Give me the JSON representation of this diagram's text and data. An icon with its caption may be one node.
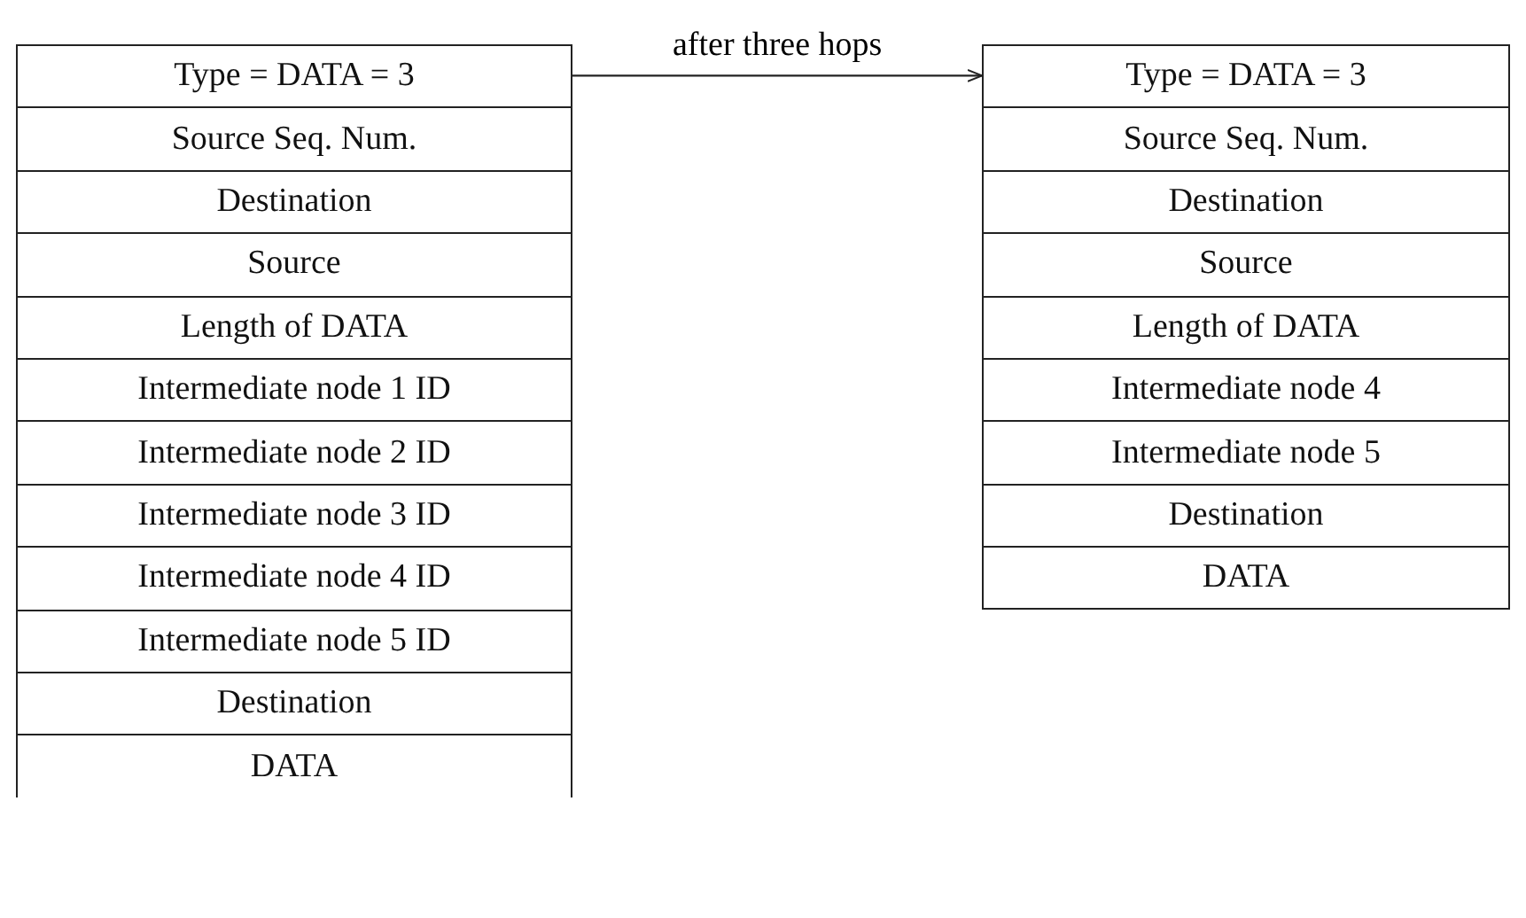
{
  "diagram": {
    "nodes": [
      {
        "text": [
          "Type = DATA = 3"
        ]
      },
      {
        "text": [
          "Source Seq. Num."
        ]
      },
      {
        "text": [
          "Destination"
        ]
      },
      {
        "text": [
          "Source"
        ]
      },
      {
        "text": [
          "Length of DATA"
        ]
      },
      {
        "text": [
          "Intermediate node 1 ID"
        ]
      },
      {
        "text": [
          "Intermediate node 2 ID"
        ]
      },
      {
        "text": [
          "Intermediate node 3 ID"
        ]
      },
      {
        "text": [
          "Intermediate node 4 ID"
        ]
      },
      {
        "text": [
          "Intermediate node 5 ID"
        ]
      },
      {
        "text": [
          "Destination"
        ]
      },
      {
        "text": [
          "DATA"
        ]
      },
      {
        "text": [
          "Type = DATA = 3"
        ]
      },
      {
        "text": [
          "Source Seq. Num."
        ]
      },
      {
        "text": [
          "Destination"
        ]
      },
      {
        "text": [
          "Source"
        ]
      },
      {
        "text": [
          "Length of DATA"
        ]
      },
      {
        "text": [
          "Intermediate node 4"
        ]
      },
      {
        "text": [
          "Intermediate node 5"
        ]
      },
      {
        "text": [
          "Destination"
        ]
      },
      {
        "text": [
          "DATA"
        ]
      }
    ],
    "edges": [
      {
        "from": 0,
        "to": 12,
        "arrow": "to",
        "label": "after three hops"
      }
    ]
  }
}
